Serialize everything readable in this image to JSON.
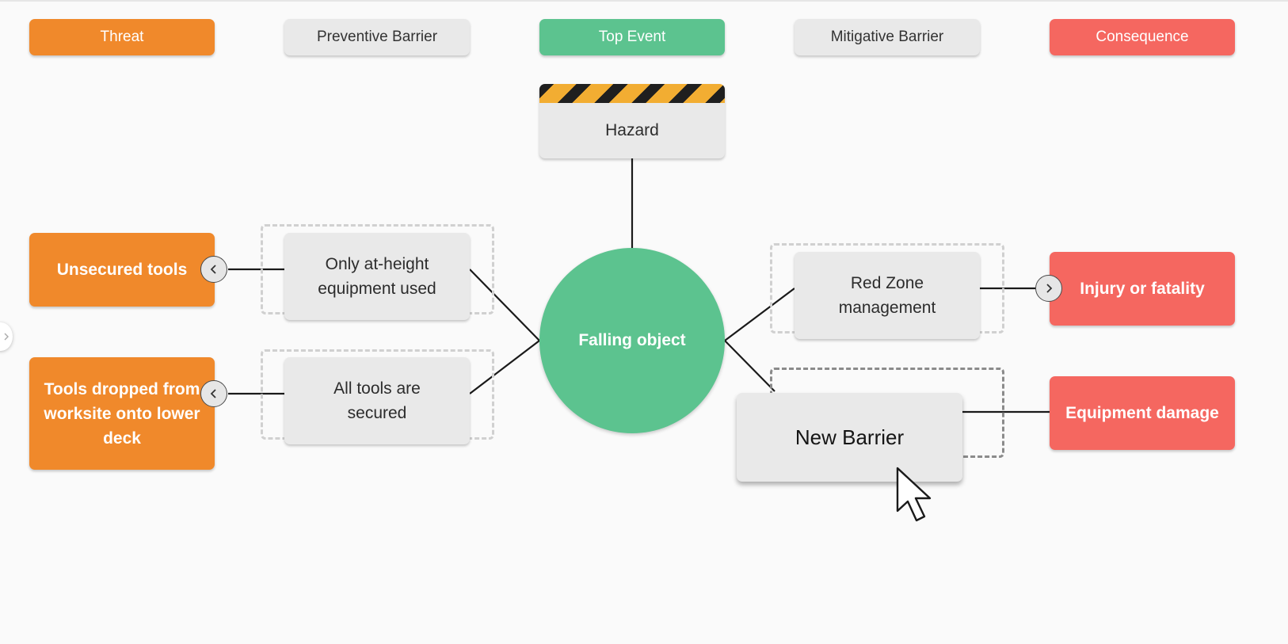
{
  "headers": {
    "threat": "Threat",
    "preventive_barrier": "Preventive Barrier",
    "top_event": "Top Event",
    "mitigative_barrier": "Mitigative Barrier",
    "consequence": "Consequence"
  },
  "hazard": {
    "label": "Hazard"
  },
  "top_event": {
    "label": "Falling object"
  },
  "threats": [
    {
      "label": "Unsecured tools"
    },
    {
      "label": "Tools dropped from worksite onto lower deck"
    }
  ],
  "preventive_barriers": [
    {
      "label": "Only at-height equipment used"
    },
    {
      "label": "All tools are secured"
    }
  ],
  "mitigative_barriers": [
    {
      "label": "Red Zone management"
    }
  ],
  "new_barrier": {
    "label": "New Barrier"
  },
  "consequences": [
    {
      "label": "Injury or fatality"
    },
    {
      "label": "Equipment damage"
    }
  ],
  "icons": {
    "collapse_left": "chevron-left-icon",
    "collapse_right": "chevron-right-icon",
    "cursor": "mouse-pointer-icon"
  },
  "colors": {
    "threat": "#f0892b",
    "top_event": "#5cc38f",
    "consequence": "#f56760",
    "barrier": "#e9e9e9",
    "hazard_stripe_dark": "#1f1f1f",
    "hazard_stripe_light": "#f2ad32"
  }
}
